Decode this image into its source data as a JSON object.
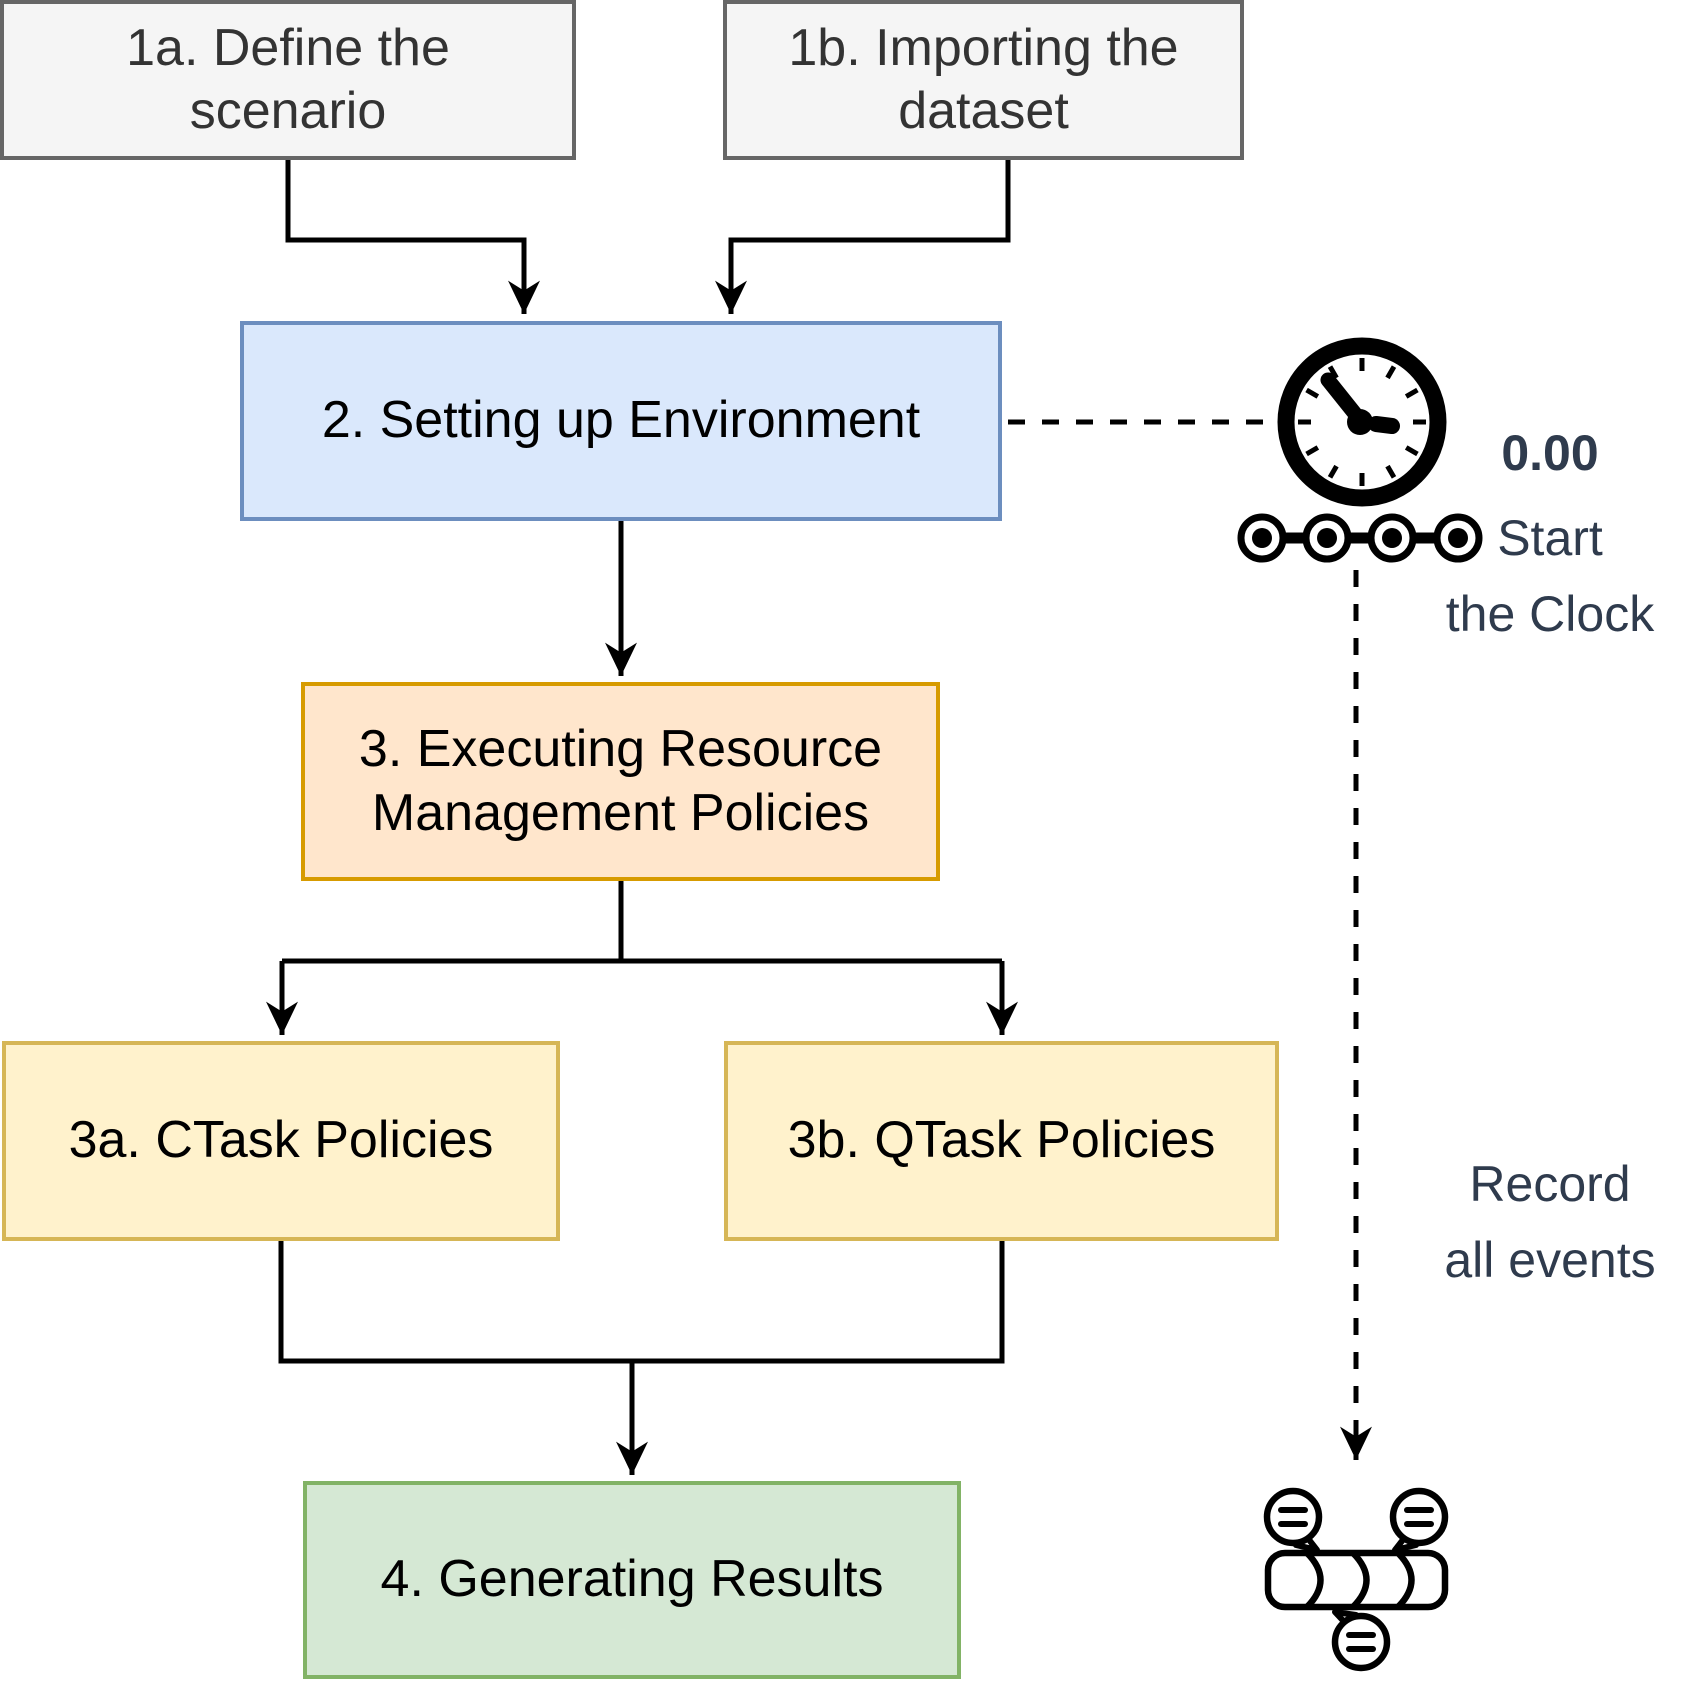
{
  "diagram": {
    "title": "Simulation workflow flowchart",
    "nodes": {
      "n1a": {
        "label": "1a. Define the\nscenario"
      },
      "n1b": {
        "label": "1b. Importing the\ndataset"
      },
      "n2": {
        "label": "2. Setting up Environment"
      },
      "n3": {
        "label": "3. Executing Resource\nManagement Policies"
      },
      "n3a": {
        "label": "3a. CTask Policies"
      },
      "n3b": {
        "label": "3b. QTask Policies"
      },
      "n4": {
        "label": "4. Generating Results"
      }
    },
    "annotations": {
      "clock_value": "0.00",
      "clock_label": "Start\nthe Clock",
      "record_label": "Record\nall events"
    },
    "icons": {
      "clock": "stopwatch-clock-icon",
      "timeline": "timeline-dots-icon",
      "events": "event-messages-queue-icon"
    },
    "colors": {
      "node_gray_fill": "#f5f5f5",
      "node_gray_border": "#666666",
      "node_blue_fill": "#dae8fc",
      "node_blue_border": "#6c8ebf",
      "node_orange_fill": "#ffe6cc",
      "node_orange_border": "#d79b00",
      "node_yellow_fill": "#fff2cc",
      "node_yellow_border": "#d6b656",
      "node_green_fill": "#d5e8d4",
      "node_green_border": "#82b366",
      "annotation_text": "#2f3b4d",
      "connector": "#000000"
    }
  }
}
